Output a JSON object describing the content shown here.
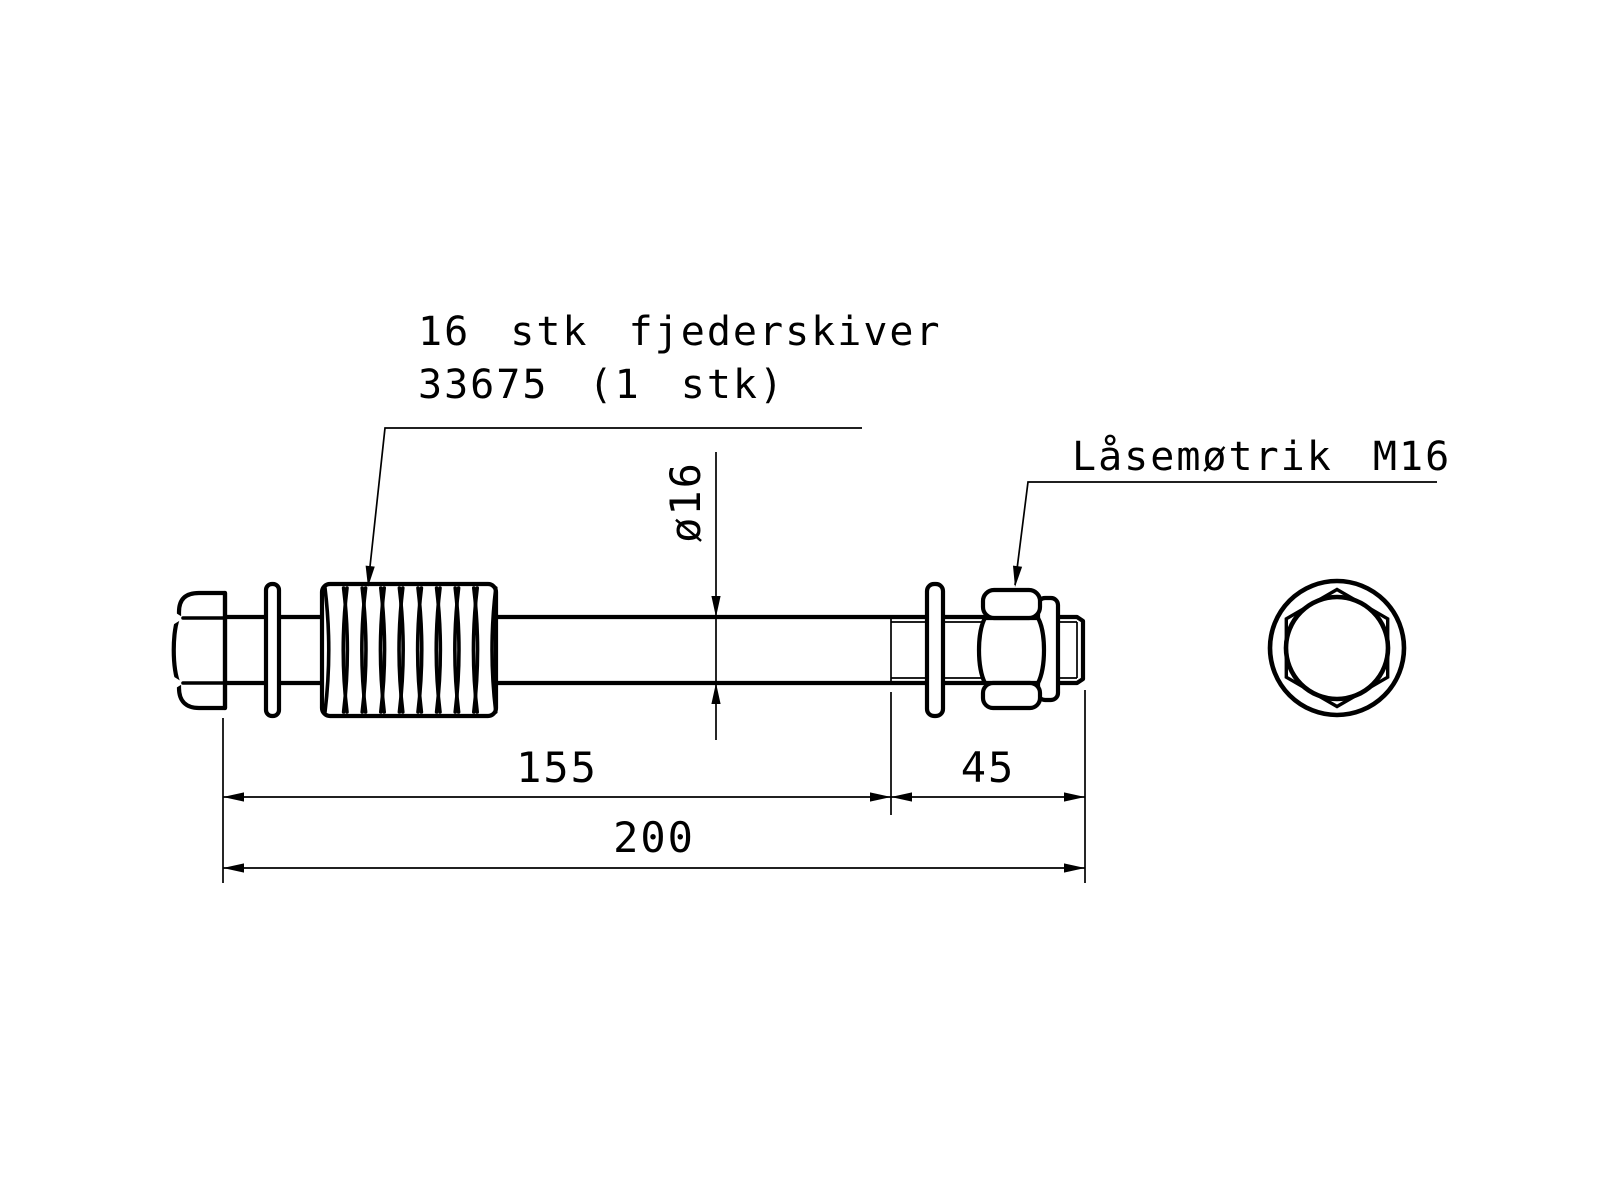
{
  "drawing": {
    "kind": "bolt-assembly-technical-drawing",
    "colors": {
      "background": "#ffffff",
      "line": "#000000"
    },
    "callouts": {
      "spring_washers_line1": "16 stk fjederskiver",
      "spring_washers_line2": "33675 (1 stk)",
      "lock_nut": "Låsemøtrik M16"
    },
    "dimensions": {
      "diameter": "ø16",
      "shank_length": "155",
      "thread_length": "45",
      "overall_length": "200"
    }
  }
}
